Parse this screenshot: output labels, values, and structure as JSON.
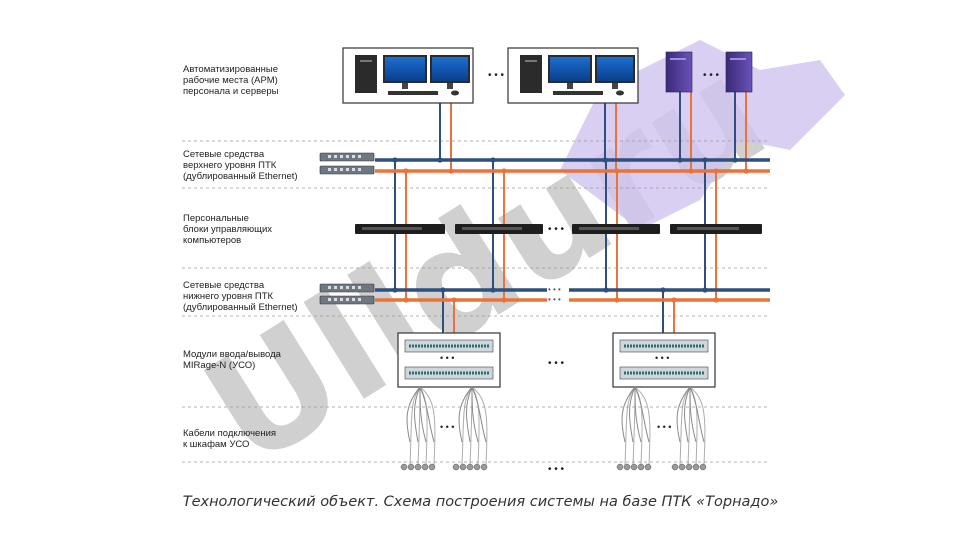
{
  "labels": {
    "workstations": [
      "Автоматизированные",
      "рабочие места (АРМ)",
      "персонала и серверы"
    ],
    "upper_network": [
      "Сетевые средства",
      "верхнего уровня ПТК",
      "(дублированный Ethernet)"
    ],
    "control_units": [
      "Персональные",
      "блоки управляющих",
      "компьютеров"
    ],
    "lower_network": [
      "Сетевые средства",
      "нижнего уровня ПТК",
      "(дублированный Ethernet)"
    ],
    "io_modules": [
      "Модули ввода/вывода",
      "MIRage-N (УСО)"
    ],
    "cables": [
      "Кабели подключения",
      "к шкафам УСО"
    ]
  },
  "ellipsis": "• • •",
  "watermark": "Ullduru",
  "caption": "Технологический объект. Схема построения системы на базе ПТК «Торнадо»",
  "colors": {
    "blue_bus": "#2f4f7f",
    "orange_bus": "#e8743b",
    "watermark_gray": "#c8c8c8",
    "watermark_purple": "#cfc3f0"
  }
}
